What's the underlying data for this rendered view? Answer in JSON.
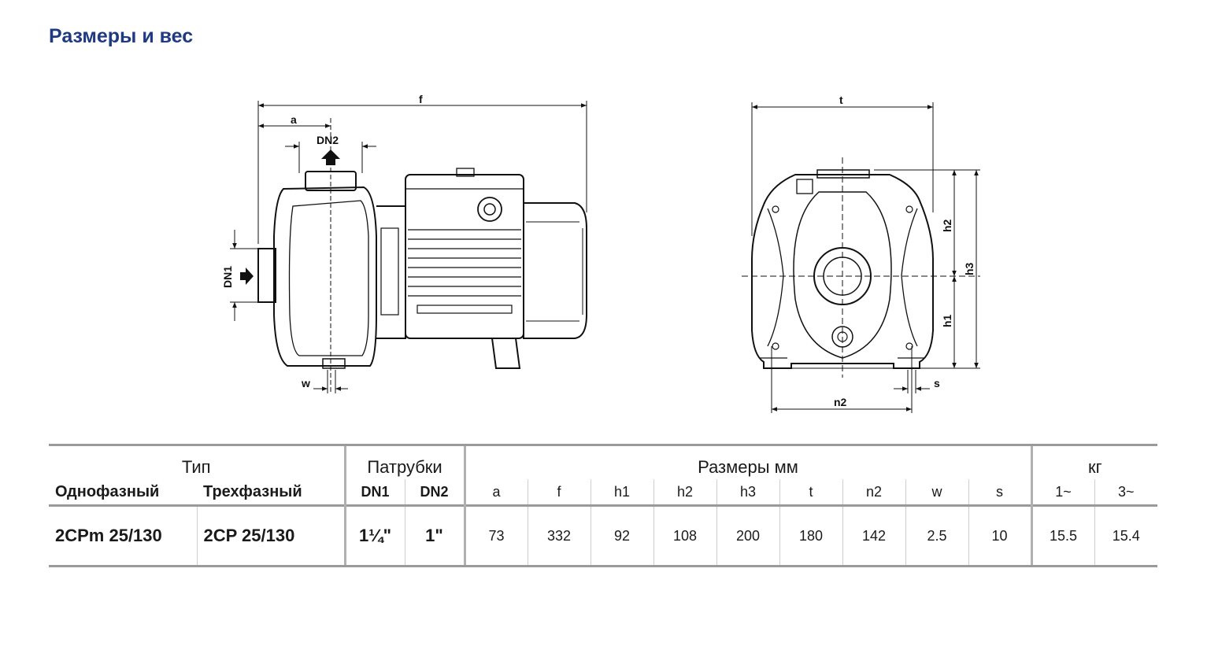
{
  "title": "Размеры и вес",
  "drawing_labels": {
    "f": "f",
    "a": "a",
    "dn2": "DN2",
    "dn1": "DN1",
    "w": "w",
    "t": "t",
    "h2": "h2",
    "h3": "h3",
    "h1": "h1",
    "n2": "n2",
    "s": "s"
  },
  "table": {
    "group_headers": {
      "type": "Тип",
      "connections": "Патрубки",
      "dimensions": "Размеры мм",
      "weight": "кг"
    },
    "sub_headers": {
      "single_phase": "Однофазный",
      "three_phase": "Трехфазный",
      "dn1": "DN1",
      "dn2": "DN2",
      "a": "a",
      "f": "f",
      "h1": "h1",
      "h2": "h2",
      "h3": "h3",
      "t": "t",
      "n2": "n2",
      "w": "w",
      "s": "s",
      "w1": "1~",
      "w3": "3~"
    },
    "rows": [
      {
        "single_phase": "2CPm 25/130",
        "three_phase": "2CP 25/130",
        "dn1": "1¼\"",
        "dn2": "1\"",
        "a": "73",
        "f": "332",
        "h1": "92",
        "h2": "108",
        "h3": "200",
        "t": "180",
        "n2": "142",
        "w": "2.5",
        "s": "10",
        "w1": "15.5",
        "w3": "15.4"
      }
    ]
  }
}
